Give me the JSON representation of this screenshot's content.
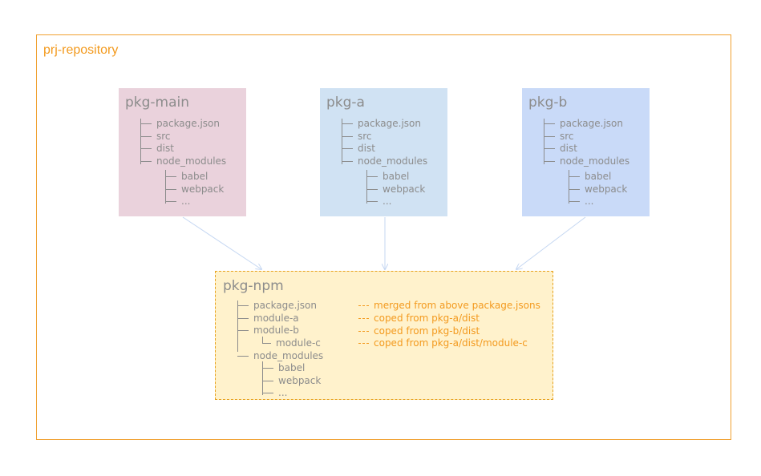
{
  "repository": {
    "label": "prj-repository"
  },
  "packages": [
    {
      "title": "pkg-main",
      "items": [
        "package.json",
        "src",
        "dist",
        "node_modules"
      ],
      "sub_items": [
        "babel",
        "webpack",
        "..."
      ]
    },
    {
      "title": "pkg-a",
      "items": [
        "package.json",
        "src",
        "dist",
        "node_modules"
      ],
      "sub_items": [
        "babel",
        "webpack",
        "..."
      ]
    },
    {
      "title": "pkg-b",
      "items": [
        "package.json",
        "src",
        "dist",
        "node_modules"
      ],
      "sub_items": [
        "babel",
        "webpack",
        "..."
      ]
    }
  ],
  "npm": {
    "title": "pkg-npm",
    "items": [
      "package.json",
      "module-a",
      "module-b",
      "module-c",
      "node_modules"
    ],
    "sub_items": [
      "babel",
      "webpack",
      "..."
    ],
    "notes": [
      "merged from above  package.jsons",
      "coped from pkg-a/dist",
      "coped from pkg-b/dist",
      "coped from pkg-a/dist/module-c"
    ]
  },
  "colors": {
    "repo_border": "#f0a030",
    "label_orange": "#f39a1e",
    "pkg_main_bg": "#ead2dc",
    "pkg_a_bg": "#d0e2f3",
    "pkg_b_bg": "#c9daf8",
    "npm_bg": "#fff2cc",
    "arrow": "#c9daf8"
  }
}
